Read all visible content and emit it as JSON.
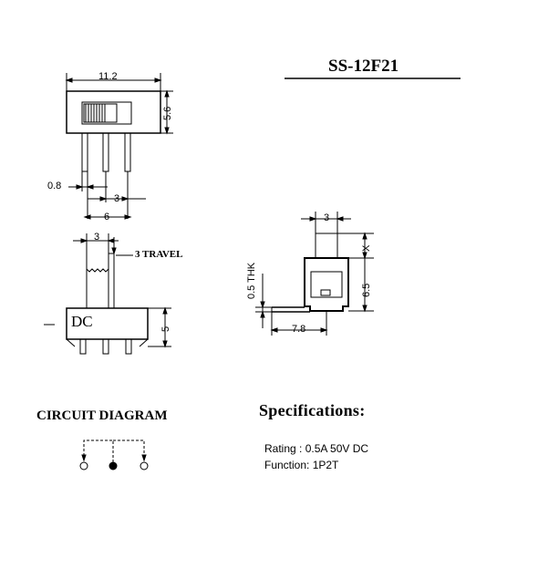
{
  "title": {
    "model": "SS-12F21"
  },
  "dimensions": {
    "body_length": "11.2",
    "body_height": "5.6",
    "pin_width": "0.8",
    "pin_pitch": "3",
    "pin_span": "6",
    "actuator_width": "3",
    "travel": "3 TRAVEL",
    "base_height": "5",
    "side_actuator_width": "3",
    "side_x": "X",
    "side_height": "6.5",
    "thickness": "0.5 THK",
    "foot_length": "7.8"
  },
  "body_text": "DC",
  "circuit": {
    "heading": "CIRCUIT DIAGRAM"
  },
  "specs": {
    "heading": "Specifications:",
    "rating": "Rating : 0.5A 50V DC",
    "function": "Function: 1P2T"
  }
}
